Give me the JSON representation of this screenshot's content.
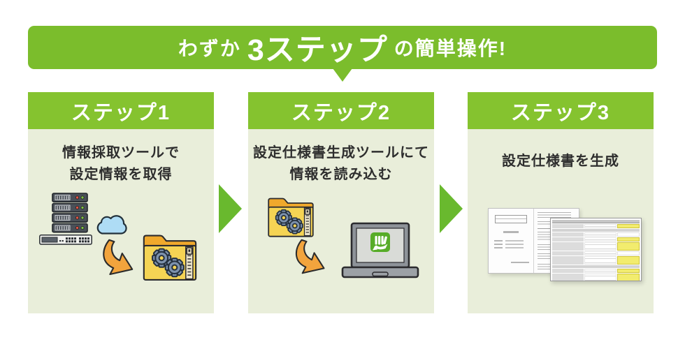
{
  "banner": {
    "prefix": "わずか",
    "highlight": "3ステップ",
    "suffix": "の簡単操作!"
  },
  "steps": [
    {
      "title": "ステップ1",
      "description": "情報採取ツールで\n設定情報を取得",
      "icons": [
        "server-rack-icon",
        "network-switch-icon",
        "cloud-icon",
        "curved-arrow-icon",
        "zip-folder-gears-icon"
      ]
    },
    {
      "title": "ステップ2",
      "description": "設定仕様書生成ツールにて\n情報を読み込む",
      "icons": [
        "zip-folder-gears-icon",
        "curved-arrow-icon",
        "laptop-app-icon"
      ]
    },
    {
      "title": "ステップ3",
      "description": "設定仕様書を生成",
      "icons": [
        "document-pages-icon",
        "spec-table-page-icon"
      ]
    }
  ],
  "colors": {
    "banner_green": "#7BBD2C",
    "step_header_green": "#85C32F",
    "card_background": "#E9EEDA",
    "flow_arrow_green": "#69B92E",
    "accent_orange": "#F2A43D",
    "folder_yellow": "#F5D454",
    "cloud_blue": "#AEDCF5",
    "app_icon_green": "#57AC28",
    "table_highlight_yellow": "#F2EC6E"
  }
}
